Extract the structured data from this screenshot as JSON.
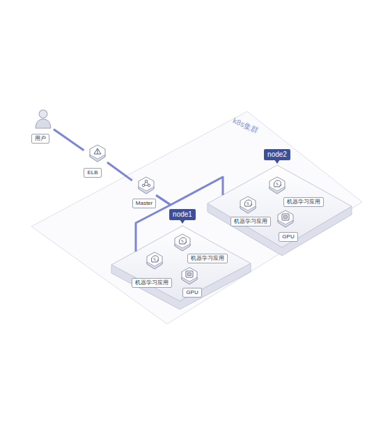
{
  "diagram": {
    "nodes": [
      {
        "text": [
          "用户"
        ]
      },
      {
        "text": [
          "ELB"
        ]
      },
      {
        "text": [
          "k8s集群"
        ]
      },
      {
        "text": [
          "Master"
        ],
        "in": 2
      },
      {
        "text": [
          "node1"
        ],
        "in": 2
      },
      {
        "text": [
          "机器学习应用"
        ],
        "in": 4
      },
      {
        "text": [
          "机器学习应用"
        ],
        "in": 4
      },
      {
        "text": [
          "GPU"
        ],
        "in": 4
      },
      {
        "text": [
          "node2"
        ],
        "in": 2
      },
      {
        "text": [
          "机器学习应用"
        ],
        "in": 8
      },
      {
        "text": [
          "机器学习应用"
        ],
        "in": 8
      },
      {
        "text": [
          "GPU"
        ],
        "in": 8
      }
    ],
    "edges": [
      {
        "from": 0,
        "to": 1,
        "arrow": "none"
      },
      {
        "from": 1,
        "to": 3,
        "arrow": "none"
      },
      {
        "from": 3,
        "to": 4,
        "arrow": "none"
      },
      {
        "from": 3,
        "to": 8,
        "arrow": "none"
      }
    ]
  }
}
